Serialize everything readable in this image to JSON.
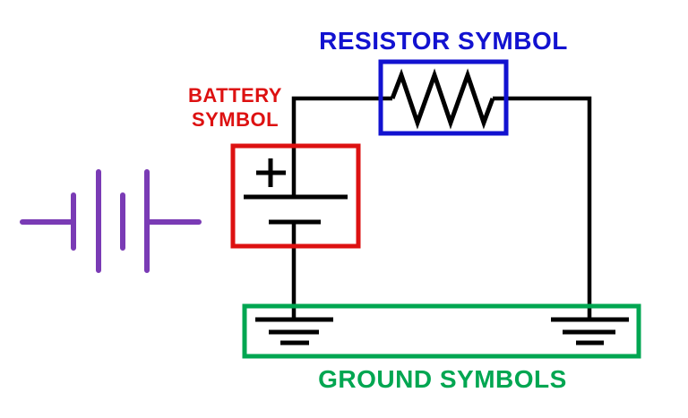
{
  "labels": {
    "resistor": "RESISTOR SYMBOL",
    "battery_line1": "BATTERY",
    "battery_line2": "SYMBOL",
    "ground": "GROUND SYMBOLS"
  },
  "colors": {
    "black": "#000000",
    "red": "#DD1111",
    "blue": "#1212D0",
    "green": "#00A651",
    "purple": "#7A3BB5",
    "background": "#FFFFFF"
  }
}
